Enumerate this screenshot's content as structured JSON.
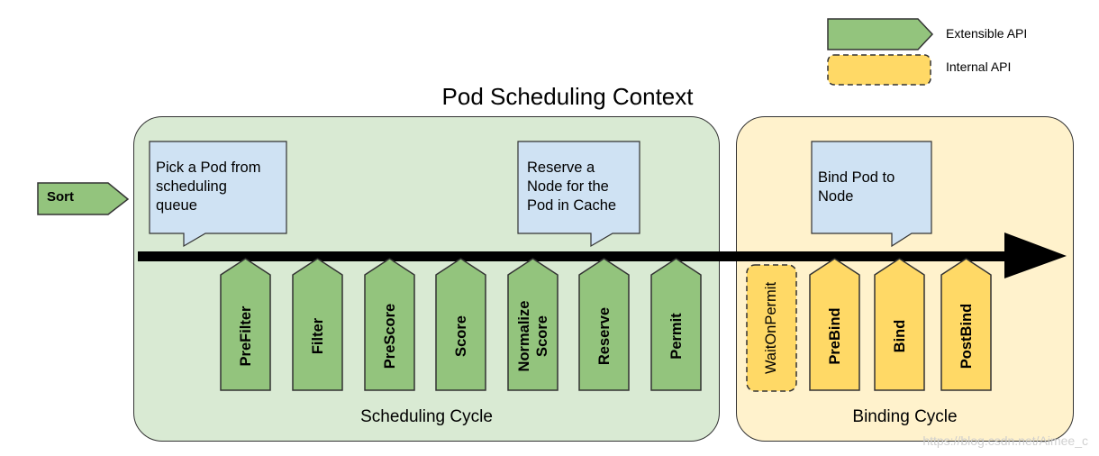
{
  "title": "Pod Scheduling Context",
  "legend": {
    "extensible_label": "Extensible API",
    "internal_label": "Internal API"
  },
  "colors": {
    "extensible_fill": "#93c47d",
    "extensible_region": "#d9ead3",
    "internal_fill": "#ffd966",
    "internal_region": "#fff2cc",
    "callout_fill": "#cfe2f3"
  },
  "sort_label": "Sort",
  "scheduling_cycle": {
    "label": "Scheduling Cycle",
    "callout": "Pick a Pod from scheduling queue",
    "callout_lines": [
      "Pick a Pod from",
      "scheduling",
      "queue"
    ],
    "reserve_callout_lines": [
      "Reserve a",
      "Node for the",
      "Pod in Cache"
    ],
    "plugins": [
      {
        "id": "prefilter",
        "lines": [
          "PreFilter"
        ]
      },
      {
        "id": "filter",
        "lines": [
          "Filter"
        ]
      },
      {
        "id": "prescore",
        "lines": [
          "PreScore"
        ]
      },
      {
        "id": "score",
        "lines": [
          "Score"
        ]
      },
      {
        "id": "normalize-score",
        "lines": [
          "Normalize",
          "Score"
        ]
      },
      {
        "id": "reserve",
        "lines": [
          "Reserve"
        ]
      },
      {
        "id": "permit",
        "lines": [
          "Permit"
        ]
      }
    ]
  },
  "binding_cycle": {
    "label": "Binding Cycle",
    "callout_lines": [
      "Bind Pod to",
      "Node"
    ],
    "wait_on_permit": "WaitOnPermit",
    "plugins": [
      {
        "id": "prebind",
        "lines": [
          "PreBind"
        ]
      },
      {
        "id": "bind",
        "lines": [
          "Bind"
        ]
      },
      {
        "id": "postbind",
        "lines": [
          "PostBind"
        ]
      }
    ]
  },
  "watermark": "https://blog.csdn.net/Aimee_c"
}
